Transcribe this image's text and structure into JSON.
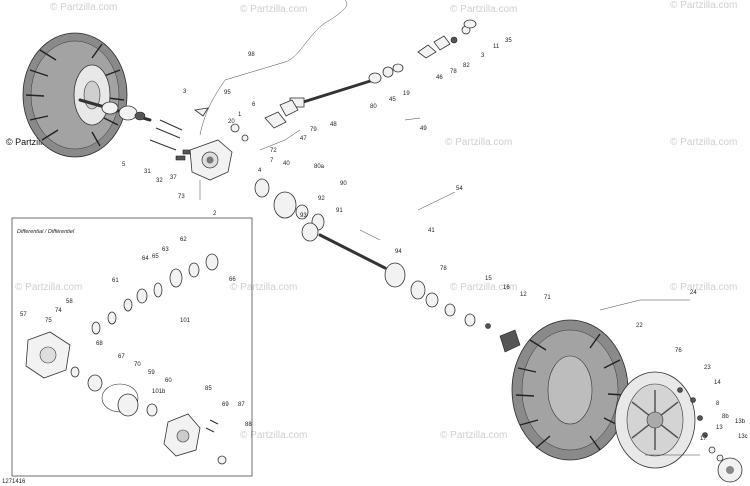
{
  "watermark": {
    "text": "© Partzilla.com",
    "short": "Partzilla.com"
  },
  "inset": {
    "title": "Differential / Différentiel"
  },
  "diagram_code": "1271416",
  "callouts": {
    "top": [
      "3",
      "98",
      "95",
      "6",
      "20",
      "1",
      "48",
      "47",
      "79",
      "49",
      "80",
      "45",
      "19",
      "46",
      "78",
      "82",
      "3",
      "11",
      "35"
    ],
    "left": [
      "5",
      "31",
      "32",
      "37",
      "72",
      "73",
      "2",
      "7",
      "4",
      "40",
      "80a",
      "90",
      "54",
      "93",
      "91",
      "92",
      "41",
      "94",
      "78",
      "15",
      "16",
      "12",
      "71"
    ],
    "inset": [
      "62",
      "63",
      "64",
      "65",
      "66",
      "61",
      "58",
      "57",
      "74",
      "75",
      "101",
      "68",
      "67",
      "70",
      "59",
      "60",
      "101b",
      "69",
      "87",
      "88",
      "85"
    ],
    "right": [
      "24",
      "22",
      "76",
      "23",
      "14",
      "8",
      "8b",
      "13",
      "13b",
      "13c",
      "17"
    ]
  }
}
